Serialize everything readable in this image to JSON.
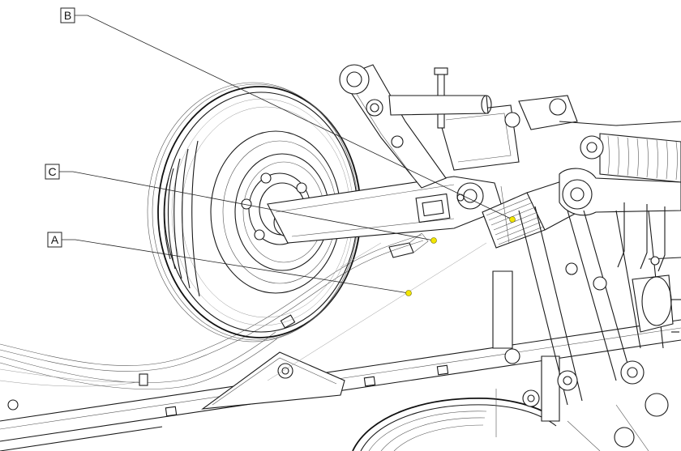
{
  "callouts": [
    {
      "id": "A",
      "label": "A"
    },
    {
      "id": "B",
      "label": "B"
    },
    {
      "id": "C",
      "label": "C"
    }
  ],
  "colors": {
    "marker": "#f2e600",
    "line_art": "#1a1a1a",
    "background": "#ffffff"
  }
}
